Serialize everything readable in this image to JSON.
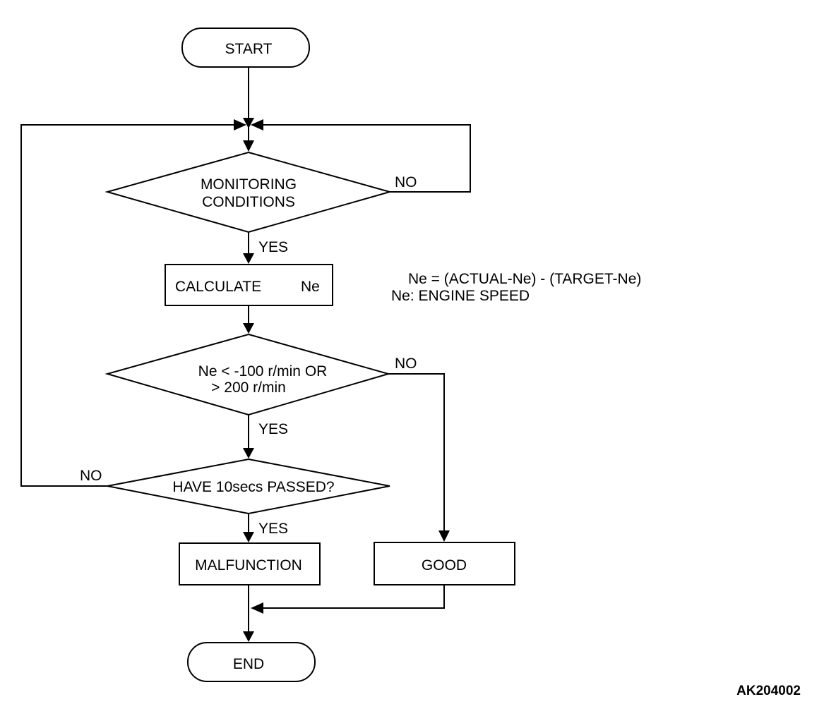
{
  "flowchart": {
    "start": "START",
    "monitoring": {
      "line1": "MONITORING",
      "line2": "CONDITIONS"
    },
    "calculate": {
      "text": "CALCULATE",
      "var": "Ne"
    },
    "threshold": {
      "line1": "Ne < -100 r/min OR",
      "line2": "> 200 r/min"
    },
    "timer": "HAVE 10secs PASSED?",
    "malfunction": "MALFUNCTION",
    "good": "GOOD",
    "end": "END",
    "labels": {
      "yes_monitoring": "YES",
      "no_monitoring": "NO",
      "yes_threshold": "YES",
      "no_threshold": "NO",
      "yes_timer": "YES",
      "no_timer": "NO"
    }
  },
  "notes": {
    "formula": "Ne = (ACTUAL-Ne) - (TARGET-Ne)",
    "definition": "Ne: ENGINE SPEED"
  },
  "figure_ref": "AK204002"
}
